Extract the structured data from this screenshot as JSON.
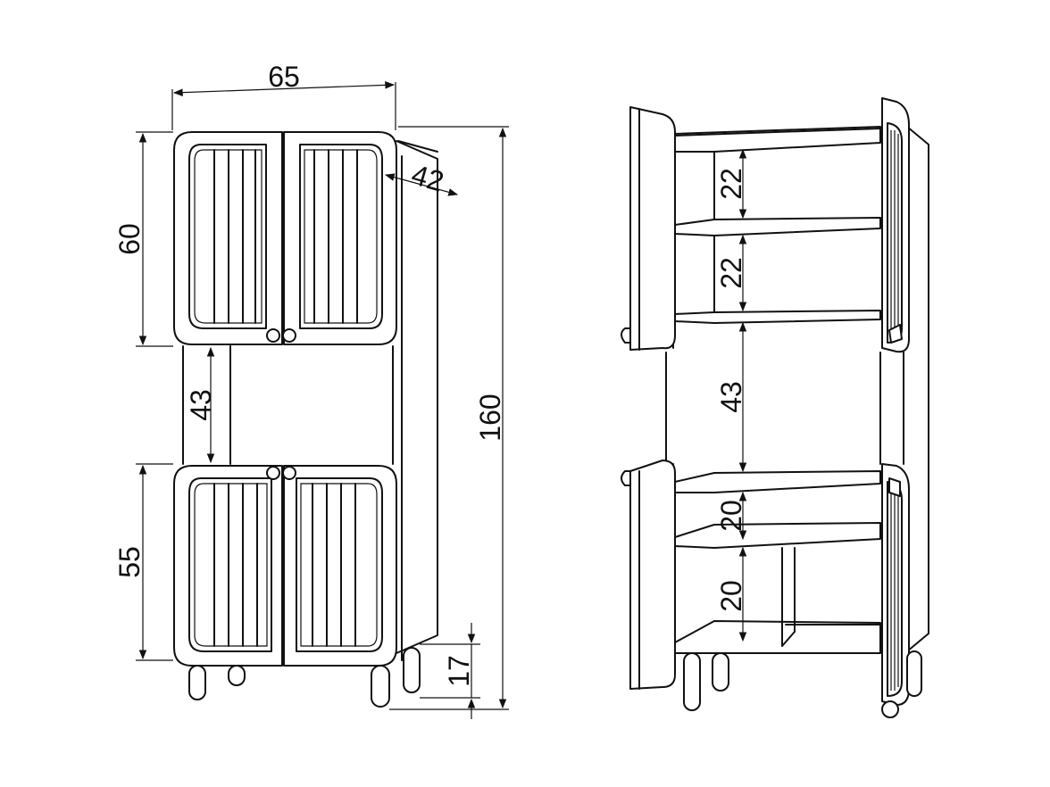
{
  "front_view": {
    "width_label": "65",
    "depth_label": "42",
    "upper_height_label": "60",
    "open_height_label": "43",
    "lower_height_label": "55",
    "total_height_label": "160",
    "leg_height_label": "17"
  },
  "open_view": {
    "shelf_gap_1": "22",
    "shelf_gap_2": "22",
    "open_gap": "43",
    "lower_gap_1": "20",
    "lower_gap_2": "20"
  }
}
